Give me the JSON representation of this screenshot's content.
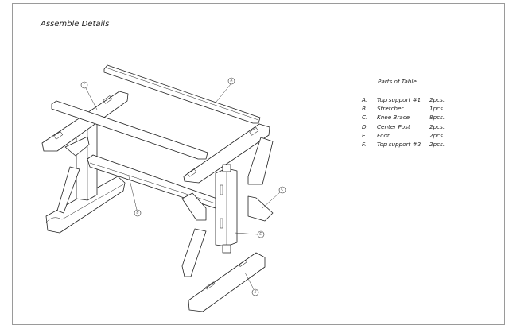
{
  "title": "Assemble Details",
  "parts_table": {
    "heading": "Parts of Table",
    "rows": [
      {
        "letter": "A.",
        "name": "Top support #1",
        "qty": "2pcs."
      },
      {
        "letter": "B.",
        "name": "Stretcher",
        "qty": "1pcs."
      },
      {
        "letter": "C.",
        "name": "Knee Brace",
        "qty": "8pcs."
      },
      {
        "letter": "D.",
        "name": "Center Post",
        "qty": "2pcs."
      },
      {
        "letter": "E.",
        "name": "Foot",
        "qty": "2pcs."
      },
      {
        "letter": "F.",
        "name": "Top support #2",
        "qty": "2pcs."
      }
    ]
  },
  "callouts": {
    "a": "A",
    "b": "B",
    "c": "C",
    "d": "D",
    "e": "E",
    "f": "F"
  }
}
